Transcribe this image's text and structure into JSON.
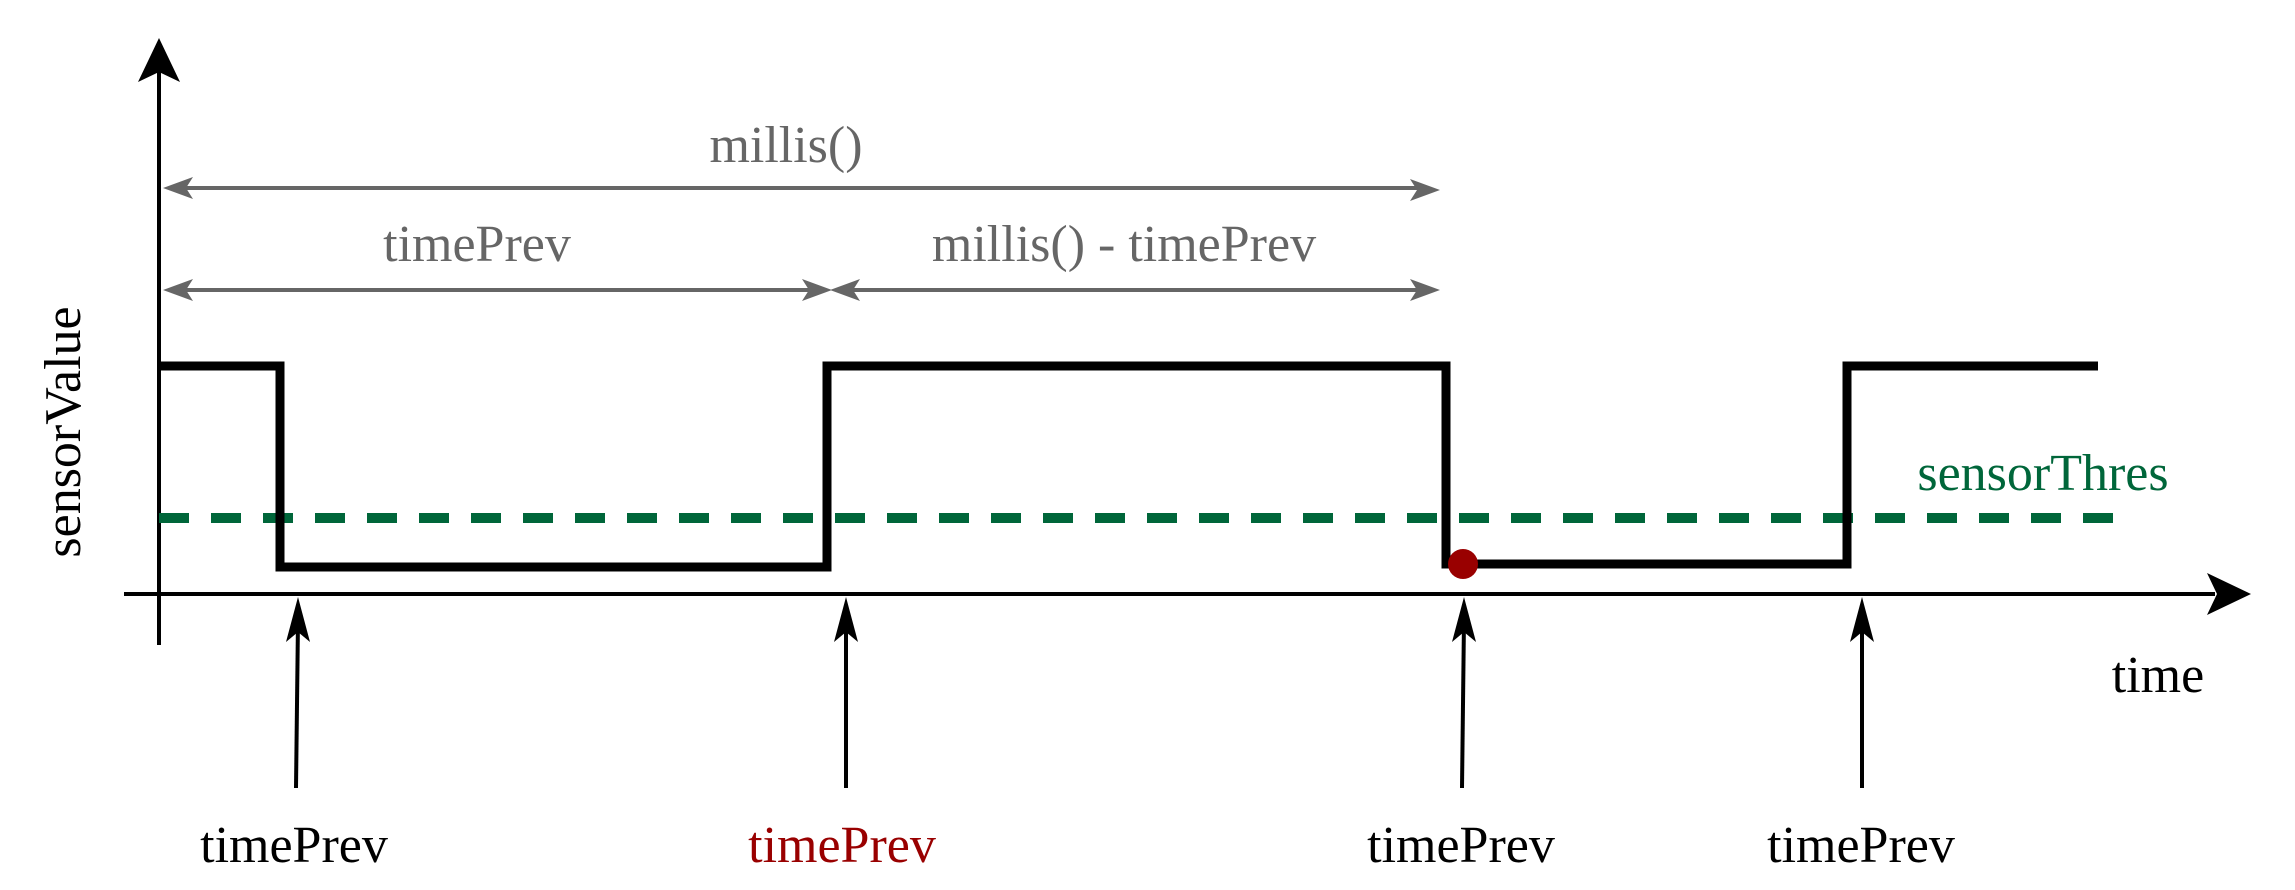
{
  "labels": {
    "y_axis": "sensorValue",
    "x_axis": "time",
    "threshold": "sensorThres",
    "span_total": "millis()",
    "span_prev": "timePrev",
    "span_diff": "millis() - timePrev"
  },
  "markers": [
    {
      "label": "timePrev",
      "highlighted": false
    },
    {
      "label": "timePrev",
      "highlighted": true
    },
    {
      "label": "timePrev",
      "highlighted": false
    },
    {
      "label": "timePrev",
      "highlighted": false
    }
  ],
  "colors": {
    "signal": "#000000",
    "threshold": "#00663a",
    "annotation": "#666666",
    "highlight": "#990000"
  }
}
